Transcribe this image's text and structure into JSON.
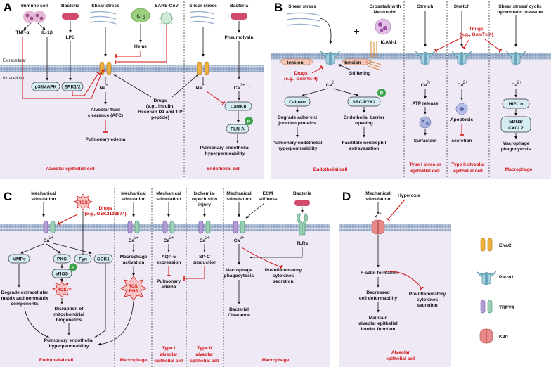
{
  "panels": {
    "A": {
      "label": "A",
      "extracellular": "Extracellular",
      "intracellular": "Intracellular",
      "immune_cell": "Immune cell",
      "bacteria": "Bacteria",
      "shear_stress": "Shear stress",
      "cl2": "Cl",
      "cl2_sub": "2",
      "sars": "SARS-CoV",
      "tnf": "TNF-α",
      "il1b": "IL-1β",
      "lps": "LPS",
      "heme": "Heme",
      "p38": "p38MAPK",
      "erk": "ERK1/2",
      "na": "Na",
      "afc1": "Alveolar fluid",
      "afc2": "clearance (AFC)",
      "edema": "Pulmonary edema",
      "drugs1": "Drugs",
      "drugs2": "(e.g., insulin,",
      "drugs3": "Resolvin D1 and TIP",
      "drugs4": "peptide)",
      "shear2": "Shear stress",
      "bacteria2": "Bacteria",
      "pneumolysin": "Pneumolysin",
      "na2": "Na",
      "ca": "Ca",
      "camkii": "CaMKII",
      "p": "P",
      "flna": "FLN-A",
      "ph1": "Pulmonary endothelial",
      "ph2": "hyperpermeability",
      "cell1": "Alveolar epithelial cell",
      "cell2": "Endothelial cell"
    },
    "B": {
      "label": "B",
      "shear": "Shear stress",
      "crosstalk1": "Crosstalk with",
      "crosstalk2": "Neutrophil",
      "icam": "ICAM-1",
      "tension": "tension",
      "tension2": "tension",
      "drugs1": "Drugs",
      "drugs2": "(e.g., GsmTx-4)",
      "stiffening": "Stiffening",
      "ca": "Ca",
      "calpain": "Calpain",
      "src": "SRC/PYK2",
      "p": "P",
      "dj1": "Degrade adherent",
      "dj2": "junction proteins",
      "eb1": "Endothelial barrier",
      "eb2": "opening",
      "ph1": "Pulmonary endothelial",
      "ph2": "hyperpermeability",
      "fn1": "Facilitate  neutrophil",
      "fn2": "extravasation",
      "cell1": "Endothelial cell",
      "stretch1": "Stretch",
      "ca2": "Ca",
      "atp": "ATP release",
      "surf": "Surfactant",
      "cell2a": "Type I alveolar",
      "cell2b": "epithelial cell",
      "stretch2": "Stretch",
      "drugs3": "Drugs",
      "drugs4": "(e.g., GsmTx-4)",
      "ca3": "Ca",
      "apop": "Apoptosis",
      "secr": "secretion",
      "cell3a": "Type II alveolar",
      "cell3b": "epithelial cell",
      "shear3a": "Shear stress/ cyclic",
      "shear3b": "hydrostatic pressure",
      "ca4": "Ca",
      "hif": "HIF-1α",
      "edn1": "EDN1/",
      "edn2": "CXCL2",
      "mac1": "Macrophage",
      "mac2": "phagocytosis",
      "cell4": "Macrophage"
    },
    "C": {
      "label": "C",
      "mech": "Mechanical",
      "stim": "stimulation",
      "ros": "ROS",
      "drugs1": "Drugs",
      "drugs2": "(e.g., GSK2193874)",
      "ca": "Ca",
      "mmps": "MMPs",
      "pkc": "PKC",
      "fyn": "Fyn",
      "sgk": "SGK1",
      "enos": "eNOS",
      "p": "P",
      "ros2": "ROS",
      "deg1": "Degrade extracellular",
      "deg2": "matrix and nonmatrix",
      "deg3": "components",
      "dis1": "Disruption of",
      "dis2": "mitochondrial",
      "dis3": "biogenetics",
      "ph1": "Pulmonary endothelial",
      "ph2": "hyperpermeability",
      "cell1": "Endothelial cell",
      "mech2": "Mechanical",
      "stim2": "stimulation",
      "ca2": "Ca",
      "ma1": "Macrophage",
      "ma2": "activation",
      "rosrns1": "ROS/",
      "rosrns2": "RNS",
      "cell2": "Macrophage",
      "mech3": "Mechanical",
      "stim3": "stimulation",
      "ca3": "Ca",
      "aqp1": "AQP-5",
      "aqp2": "expression",
      "pe1": "Pulmonary",
      "pe2": "edema",
      "cell3a": "Type I",
      "cell3b": "alveolar",
      "cell3c": "epithelial cell",
      "isch1": "Ischemia-",
      "isch2": "reperfusion",
      "isch3": "injury",
      "ca4": "Ca",
      "spc1": "SP-C",
      "spc2": "production",
      "cell4a": "Type II",
      "cell4b": "alveolar",
      "cell4c": "epithelial cell",
      "mech5": "Mechanical",
      "stim5": "stimulation",
      "ecm1": "ECM",
      "ecm2": "stiffness",
      "bact": "Bacteria",
      "tlrs": "TLRs",
      "ca5": "Ca",
      "mp1": "Macrophage",
      "mp2": "phagocytosis",
      "pro1": "Proinflammatory",
      "pro2": "cytokines",
      "pro3": "secretion",
      "bc1": "Bacterial",
      "bc2": "Clearance",
      "cell5": "Macrophage"
    },
    "D": {
      "label": "D",
      "mech": "Mechanical",
      "stim": "stimulation",
      "hyper": "Hyperoxia",
      "k": "K",
      "fact": "F-actin formation",
      "dec1": "Decreased",
      "dec2": "cell deformability",
      "pro1": "Proinflammatory",
      "pro2": "cytokines",
      "pro3": "secretion",
      "mn1": "Maintain",
      "mn2": "alveolar epithelial",
      "mn3": "barrier function",
      "cell1": "Alveolar",
      "cell2": "epithelial cell"
    }
  },
  "legend": {
    "enac": "ENaC",
    "piezo": "Piezo1",
    "trpv4": "TRPV4",
    "k2p": "K2P"
  },
  "colors": {
    "inhibit": "#d01010",
    "cytoplasm": "#efe9f6",
    "membrane": "#a9b8cf",
    "enac": "#f0b040",
    "piezo": "#8ec3d3",
    "trpv4_a": "#b39bd6",
    "trpv4_b": "#9ad0b4",
    "k2p": "#e98a8a",
    "protein": "#d5ecf5",
    "p_badge": "#3aa54a"
  }
}
